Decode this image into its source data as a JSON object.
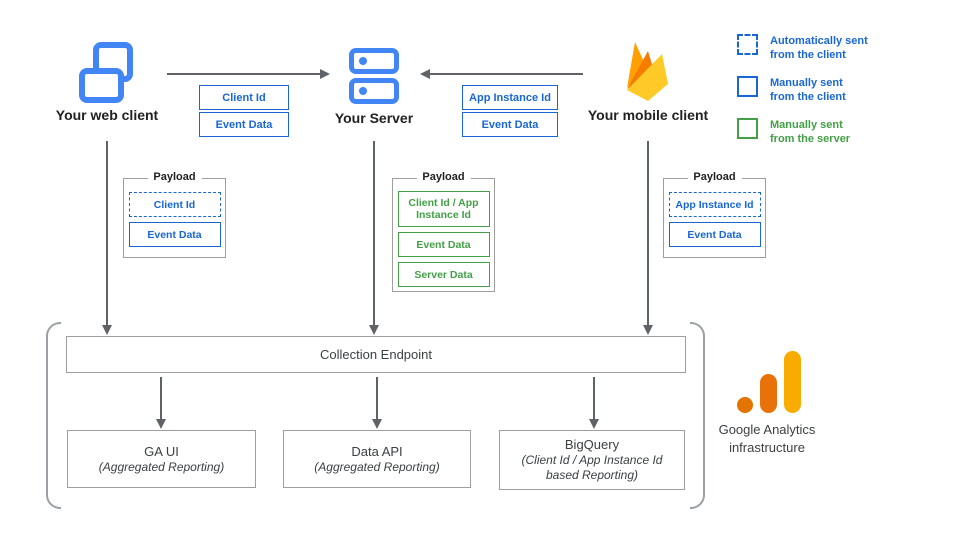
{
  "diagram": {
    "nodes": {
      "web_client": "Your web client",
      "server": "Your Server",
      "mobile_client": "Your mobile client"
    },
    "edge_tags": {
      "web_to_server": [
        "Client Id",
        "Event Data"
      ],
      "mobile_to_server": [
        "App Instance Id",
        "Event Data"
      ]
    },
    "legend": [
      {
        "style": "dashed-blue",
        "line1": "Automatically sent",
        "line2": "from the client"
      },
      {
        "style": "solid-blue",
        "line1": "Manually sent",
        "line2": "from the client"
      },
      {
        "style": "solid-green",
        "line1": "Manually sent",
        "line2": "from the server"
      }
    ],
    "payloads": {
      "title": "Payload",
      "web": [
        {
          "style": "dashed-blue",
          "text": "Client Id"
        },
        {
          "style": "solid-blue",
          "text": "Event Data"
        }
      ],
      "server": [
        {
          "style": "solid-green",
          "text": "Client Id / App Instance Id"
        },
        {
          "style": "solid-green",
          "text": "Event Data"
        },
        {
          "style": "solid-green",
          "text": "Server Data"
        }
      ],
      "mobile": [
        {
          "style": "dashed-blue",
          "text": "App Instance Id"
        },
        {
          "style": "solid-blue",
          "text": "Event Data"
        }
      ]
    },
    "endpoint": "Collection Endpoint",
    "outputs": [
      {
        "title": "GA UI",
        "subtitle": "(Aggregated Reporting)"
      },
      {
        "title": "Data API",
        "subtitle": "(Aggregated Reporting)"
      },
      {
        "title": "BigQuery",
        "subtitle": "(Client Id / App Instance Id based Reporting)"
      }
    ],
    "infrastructure": {
      "line1": "Google Analytics",
      "line2": "infrastructure"
    },
    "colors": {
      "icon_blue": "#4285F4",
      "accent_blue": "#1967D2",
      "accent_green": "#43A047",
      "arrow_gray": "#5F6368",
      "box_gray": "#9E9E9E",
      "ga_amber": "#F9AB00",
      "ga_orange": "#E8710A",
      "ga_dark_orange": "#E37400",
      "firebase_yellow": "#FFCA28",
      "firebase_orange": "#F57C00",
      "firebase_amber": "#FFA000"
    }
  }
}
